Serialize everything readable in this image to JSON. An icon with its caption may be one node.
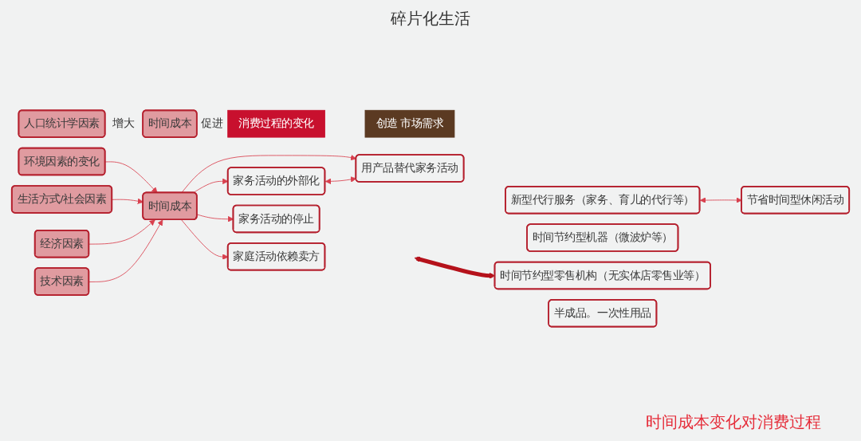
{
  "diagram": {
    "title": "碎片化生活",
    "caption": "时间成本变化对消费过程",
    "nodes": [
      {
        "text": [
          "人口统计学因素"
        ]
      },
      {
        "text": [
          "时间成本"
        ]
      },
      {
        "text": [
          "消费过程的变化"
        ]
      },
      {
        "text": [
          "创造 市场需求"
        ]
      },
      {
        "text": [
          "环境因素的变化"
        ]
      },
      {
        "text": [
          "生活方式/社会因素"
        ]
      },
      {
        "text": [
          "经济因素"
        ]
      },
      {
        "text": [
          "技术因素"
        ]
      },
      {
        "text": [
          "时间成本"
        ]
      },
      {
        "text": [
          "家务活动的外部化"
        ]
      },
      {
        "text": [
          "家庭活动依赖卖方"
        ]
      },
      {
        "text": [
          "家务活动的停止"
        ]
      },
      {
        "text": [
          "用产品替代家务活动"
        ]
      },
      {
        "text": [
          "新型代行服务（家务、育儿的代行等）"
        ]
      },
      {
        "text": [
          "时间节约型机器（微波炉等）"
        ]
      },
      {
        "text": [
          "时间节约型零售机构（无实体店零售业等）"
        ]
      },
      {
        "text": [
          "半成品。一次性用品"
        ]
      },
      {
        "text": [
          "节省时间型休闲活动"
        ]
      }
    ],
    "edges": [
      {
        "from": 4,
        "to": 8,
        "arrow": "to"
      },
      {
        "from": 5,
        "to": 8,
        "arrow": "to"
      },
      {
        "from": 6,
        "to": 8,
        "arrow": "to"
      },
      {
        "from": 7,
        "to": 8,
        "arrow": "to"
      },
      {
        "from": 8,
        "to": 9,
        "arrow": "to"
      },
      {
        "from": 8,
        "to": 10,
        "arrow": "to"
      },
      {
        "from": 8,
        "to": 11,
        "arrow": "to"
      },
      {
        "from": 8,
        "to": 12,
        "arrow": "to"
      },
      {
        "from": 9,
        "to": 12,
        "arrow": "both"
      },
      {
        "from": null,
        "to": 15,
        "arrow": "both",
        "style": "thick",
        "color": "#b5121b"
      },
      {
        "from": 13,
        "to": 17,
        "arrow": "both"
      }
    ],
    "labels": [
      "增大",
      "促进"
    ]
  }
}
